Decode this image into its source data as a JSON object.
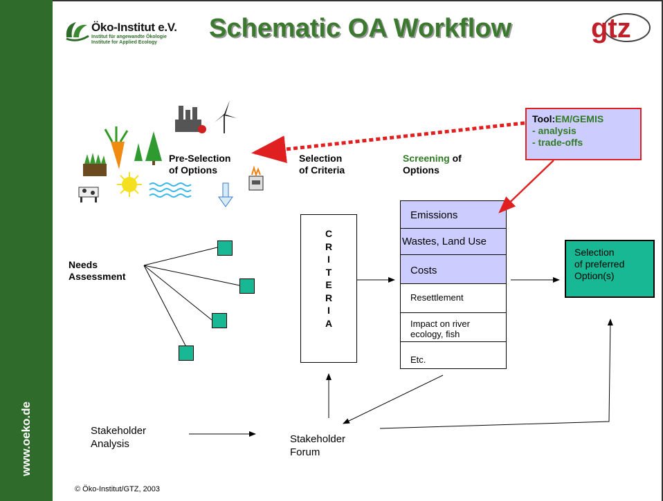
{
  "slide": {
    "title": "Schematic OA Workflow",
    "sidebar_url": "www.oeko.de",
    "footer": "© Öko-Institut/GTZ, 2003"
  },
  "logo_left": {
    "name": "Öko-Institut e.V.",
    "sub1": "Institut für angewandte Ökologie",
    "sub2": "Institute for Applied Ecology"
  },
  "logo_right": {
    "text": "gtz"
  },
  "stages": {
    "preselection": [
      "Pre-Selection",
      "of Options"
    ],
    "criteria_heading": [
      "Selection",
      "of Criteria"
    ],
    "screening_word": "Screening",
    "screening_rest": " of",
    "screening_line2": "Options"
  },
  "tool": {
    "prefix": "Tool:",
    "name": "EM/GEMIS",
    "line2": "- analysis",
    "line3": "- trade-offs"
  },
  "needs": [
    "Needs",
    "Assessment"
  ],
  "criteria_box": "CRITERIA",
  "screening_items": [
    "Emissions",
    "Wastes, Land Use",
    "Costs",
    "Resettlement",
    "Impact on river ecology, fish",
    "Etc."
  ],
  "preferred": [
    "Selection",
    "of preferred",
    "Option(s)"
  ],
  "stakeholder_analysis": [
    "Stakeholder",
    "Analysis"
  ],
  "stakeholder_forum": [
    "Stakeholder",
    "Forum"
  ],
  "colors": {
    "sidebar": "#2f6b2a",
    "title": "#3b7a2e",
    "highlight": "#ccccff",
    "accent_red": "#e02020",
    "option_green": "#18b894"
  }
}
